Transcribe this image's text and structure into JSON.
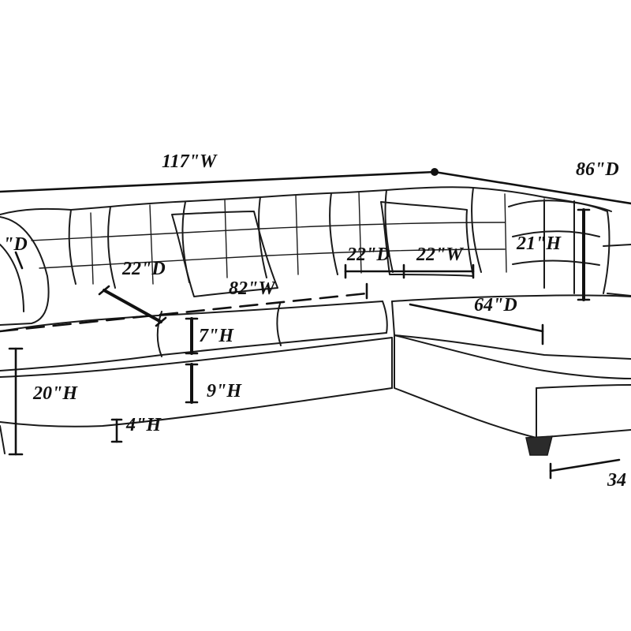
{
  "figure": "sectional-sofa-dimension-drawing",
  "labels": {
    "overall_width": "117\"W",
    "overall_depth": "86\"D",
    "arm_depth": "\"D",
    "seat_depth_left": "22\"D",
    "seat_width": "82\"W",
    "back_depth": "22\"D",
    "back_width": "22\"W",
    "back_height": "21\"H",
    "chaise_depth": "64\"D",
    "cushion_height": "7\"H",
    "base_height": "9\"H",
    "seat_height": "20\"H",
    "leg_height": "4\"H",
    "chaise_width": "34"
  },
  "colors": {
    "line": "#1a1a1a",
    "background": "#ffffff",
    "leg": "#2b2b2b"
  }
}
